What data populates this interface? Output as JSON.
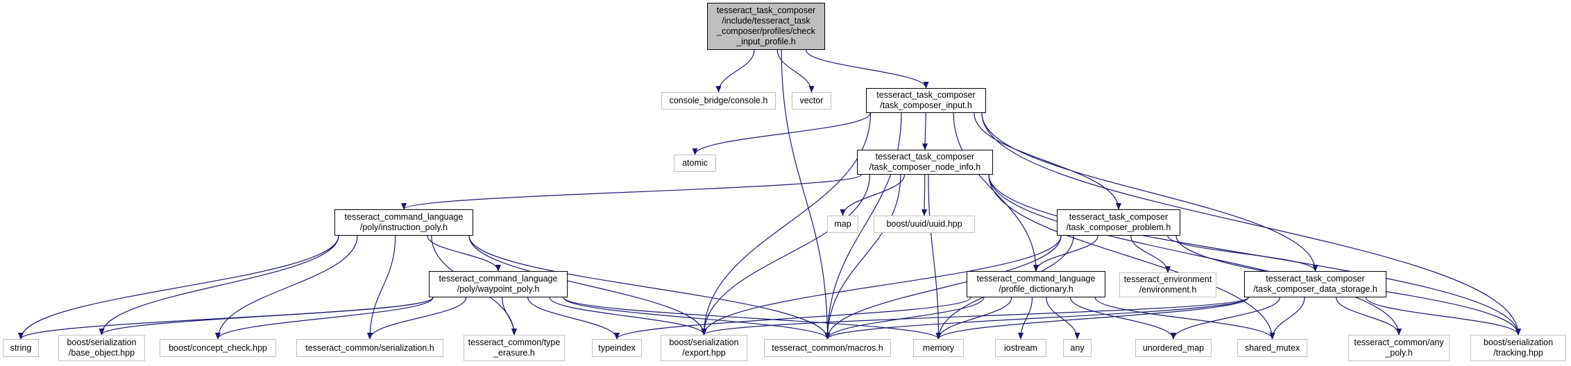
{
  "graph": {
    "colors": {
      "edge": "#191970",
      "root_fill": "#bfbfbf",
      "main_border": "#000000",
      "external_border": "#bfbfbf"
    },
    "nodes": {
      "root": {
        "label": "tesseract_task_composer\n/include/tesseract_task\n_composer/profiles/check\n_input_profile.h",
        "kind": "root"
      },
      "console_bridge": {
        "label": "console_bridge/console.h",
        "kind": "external"
      },
      "vector": {
        "label": "vector",
        "kind": "external"
      },
      "task_composer_input": {
        "label": "tesseract_task_composer\n/task_composer_input.h",
        "kind": "header"
      },
      "atomic": {
        "label": "atomic",
        "kind": "external"
      },
      "task_composer_node_info": {
        "label": "tesseract_task_composer\n/task_composer_node_info.h",
        "kind": "header"
      },
      "map": {
        "label": "map",
        "kind": "external"
      },
      "uuid": {
        "label": "boost/uuid/uuid.hpp",
        "kind": "external"
      },
      "instruction_poly": {
        "label": "tesseract_command_language\n/poly/instruction_poly.h",
        "kind": "header"
      },
      "task_composer_problem": {
        "label": "tesseract_task_composer\n/task_composer_problem.h",
        "kind": "header"
      },
      "environment": {
        "label": "tesseract_environment\n/environment.h",
        "kind": "external"
      },
      "waypoint_poly": {
        "label": "tesseract_command_language\n/poly/waypoint_poly.h",
        "kind": "header"
      },
      "profile_dictionary": {
        "label": "tesseract_command_language\n/profile_dictionary.h",
        "kind": "header"
      },
      "data_storage": {
        "label": "tesseract_task_composer\n/task_composer_data_storage.h",
        "kind": "header"
      },
      "string": {
        "label": "string",
        "kind": "external"
      },
      "base_object": {
        "label": "boost/serialization\n/base_object.hpp",
        "kind": "external"
      },
      "concept_check": {
        "label": "boost/concept_check.hpp",
        "kind": "external"
      },
      "serialization_h": {
        "label": "tesseract_common/serialization.h",
        "kind": "external"
      },
      "type_erasure": {
        "label": "tesseract_common/type\n_erasure.h",
        "kind": "external"
      },
      "typeindex": {
        "label": "typeindex",
        "kind": "external"
      },
      "export_hpp": {
        "label": "boost/serialization\n/export.hpp",
        "kind": "external"
      },
      "macros": {
        "label": "tesseract_common/macros.h",
        "kind": "external"
      },
      "memory": {
        "label": "memory",
        "kind": "external"
      },
      "iostream": {
        "label": "iostream",
        "kind": "external"
      },
      "any": {
        "label": "any",
        "kind": "external"
      },
      "unordered_map": {
        "label": "unordered_map",
        "kind": "external"
      },
      "shared_mutex": {
        "label": "shared_mutex",
        "kind": "external"
      },
      "any_poly": {
        "label": "tesseract_common/any\n_poly.h",
        "kind": "external"
      },
      "tracking": {
        "label": "boost/serialization\n/tracking.hpp",
        "kind": "external"
      }
    },
    "edges": [
      [
        "root",
        "console_bridge"
      ],
      [
        "root",
        "vector"
      ],
      [
        "root",
        "task_composer_input"
      ],
      [
        "root",
        "macros"
      ],
      [
        "task_composer_input",
        "atomic"
      ],
      [
        "task_composer_input",
        "task_composer_node_info"
      ],
      [
        "task_composer_input",
        "task_composer_problem"
      ],
      [
        "task_composer_input",
        "profile_dictionary"
      ],
      [
        "task_composer_input",
        "data_storage"
      ],
      [
        "task_composer_input",
        "export_hpp"
      ],
      [
        "task_composer_input",
        "macros"
      ],
      [
        "task_composer_input",
        "tracking"
      ],
      [
        "task_composer_node_info",
        "instruction_poly"
      ],
      [
        "task_composer_node_info",
        "map"
      ],
      [
        "task_composer_node_info",
        "uuid"
      ],
      [
        "task_composer_node_info",
        "memory"
      ],
      [
        "task_composer_node_info",
        "export_hpp"
      ],
      [
        "task_composer_node_info",
        "macros"
      ],
      [
        "task_composer_node_info",
        "any_poly"
      ],
      [
        "task_composer_node_info",
        "shared_mutex"
      ],
      [
        "task_composer_node_info",
        "tracking"
      ],
      [
        "instruction_poly",
        "waypoint_poly"
      ],
      [
        "instruction_poly",
        "string"
      ],
      [
        "instruction_poly",
        "base_object"
      ],
      [
        "instruction_poly",
        "concept_check"
      ],
      [
        "instruction_poly",
        "serialization_h"
      ],
      [
        "instruction_poly",
        "type_erasure"
      ],
      [
        "instruction_poly",
        "export_hpp"
      ],
      [
        "instruction_poly",
        "macros"
      ],
      [
        "waypoint_poly",
        "string"
      ],
      [
        "waypoint_poly",
        "base_object"
      ],
      [
        "waypoint_poly",
        "concept_check"
      ],
      [
        "waypoint_poly",
        "serialization_h"
      ],
      [
        "waypoint_poly",
        "type_erasure"
      ],
      [
        "waypoint_poly",
        "typeindex"
      ],
      [
        "waypoint_poly",
        "export_hpp"
      ],
      [
        "waypoint_poly",
        "macros"
      ],
      [
        "waypoint_poly",
        "memory"
      ],
      [
        "task_composer_problem",
        "profile_dictionary"
      ],
      [
        "task_composer_problem",
        "environment"
      ],
      [
        "task_composer_problem",
        "data_storage"
      ],
      [
        "task_composer_problem",
        "export_hpp"
      ],
      [
        "task_composer_problem",
        "macros"
      ],
      [
        "task_composer_problem",
        "memory"
      ],
      [
        "task_composer_problem",
        "tracking"
      ],
      [
        "profile_dictionary",
        "typeindex"
      ],
      [
        "profile_dictionary",
        "macros"
      ],
      [
        "profile_dictionary",
        "memory"
      ],
      [
        "profile_dictionary",
        "iostream"
      ],
      [
        "profile_dictionary",
        "any"
      ],
      [
        "profile_dictionary",
        "unordered_map"
      ],
      [
        "profile_dictionary",
        "shared_mutex"
      ],
      [
        "data_storage",
        "export_hpp"
      ],
      [
        "data_storage",
        "macros"
      ],
      [
        "data_storage",
        "memory"
      ],
      [
        "data_storage",
        "unordered_map"
      ],
      [
        "data_storage",
        "shared_mutex"
      ],
      [
        "data_storage",
        "any_poly"
      ],
      [
        "data_storage",
        "tracking"
      ]
    ]
  }
}
